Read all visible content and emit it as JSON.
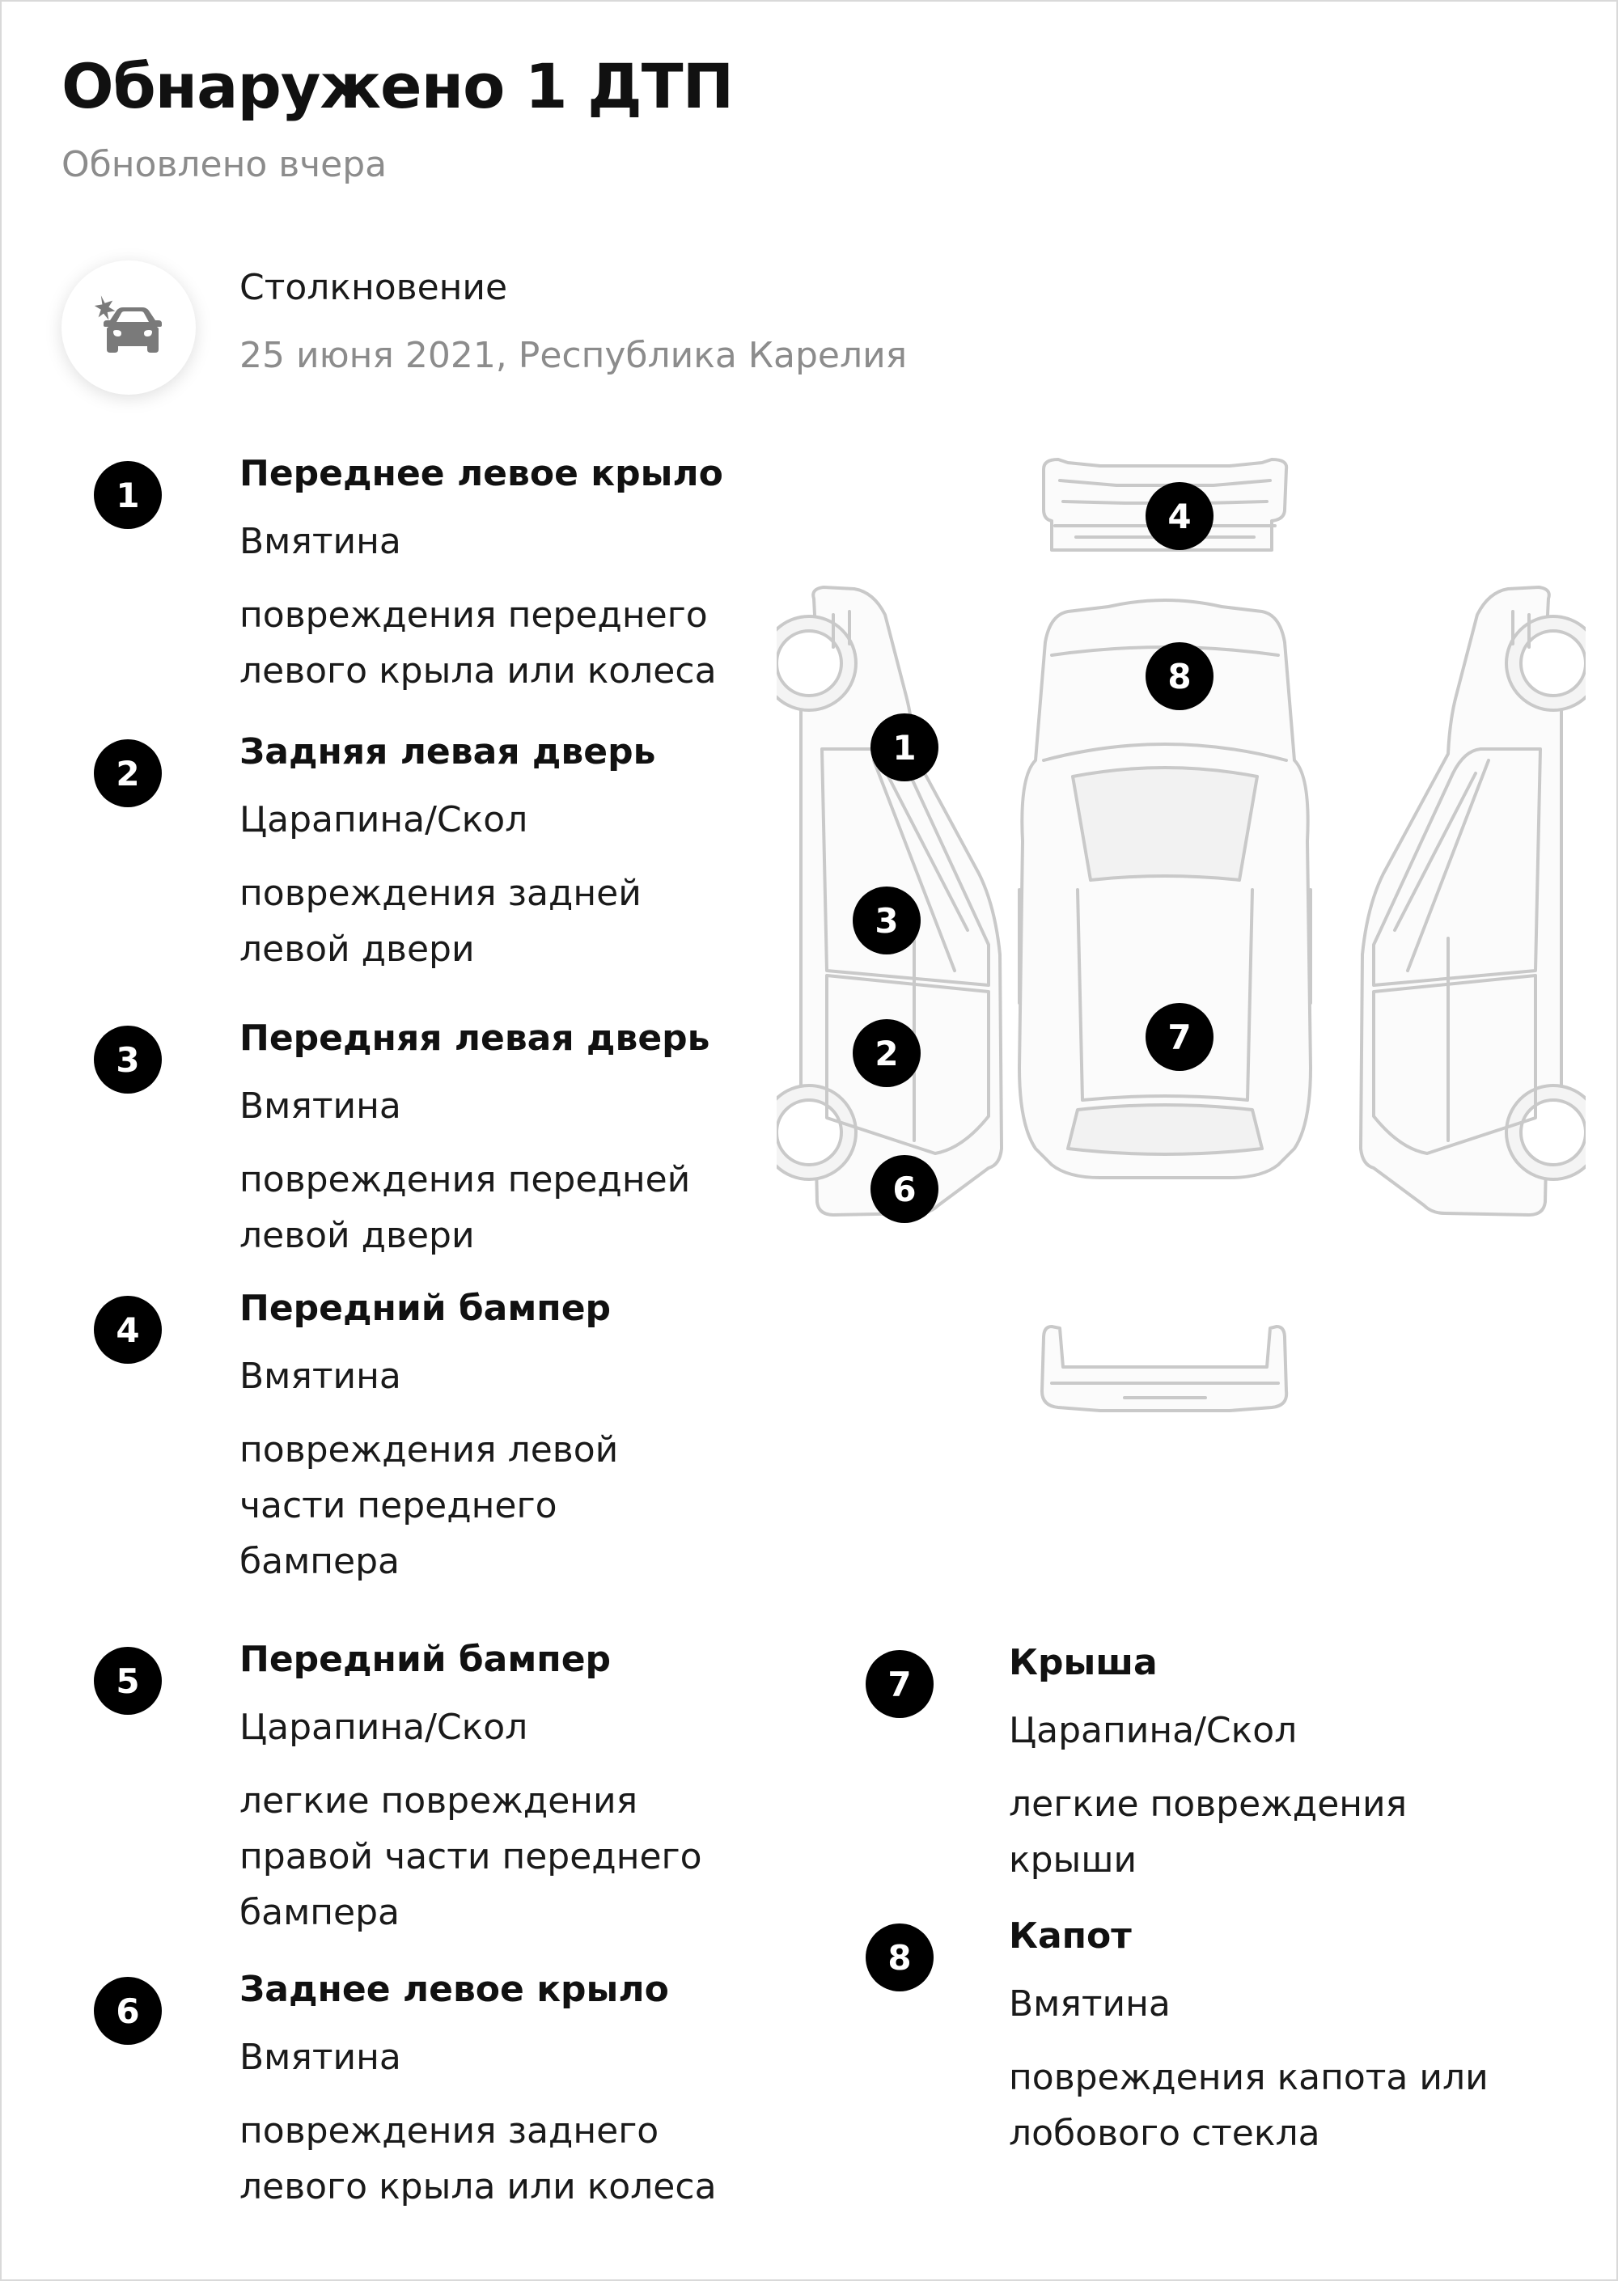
{
  "header": {
    "title": "Обнаружено 1 ДТП",
    "updated": "Обновлено вчера"
  },
  "event": {
    "icon": "car-crash-icon",
    "type": "Столкновение",
    "meta": "25 июня 2021, Республика Карелия"
  },
  "damages": [
    {
      "number": "1",
      "part": "Переднее левое крыло",
      "kind": "Вмятина",
      "description": "повреждения переднего левого крыла или колеса"
    },
    {
      "number": "2",
      "part": "Задняя левая дверь",
      "kind": "Царапина/Скол",
      "description": "повреждения задней левой двери"
    },
    {
      "number": "3",
      "part": "Передняя левая дверь",
      "kind": "Вмятина",
      "description": "повреждения передней левой двери"
    },
    {
      "number": "4",
      "part": "Передний бампер",
      "kind": "Вмятина",
      "description": "повреждения левой части переднего бампера"
    },
    {
      "number": "5",
      "part": "Передний бампер",
      "kind": "Царапина/Скол",
      "description": "легкие повреждения правой части переднего бампера"
    },
    {
      "number": "6",
      "part": "Заднее левое крыло",
      "kind": "Вмятина",
      "description": "повреждения заднего левого крыла или колеса"
    },
    {
      "number": "7",
      "part": "Крыша",
      "kind": "Царапина/Скол",
      "description": "легкие повреждения крыши"
    },
    {
      "number": "8",
      "part": "Капот",
      "kind": "Вмятина",
      "description": "повреждения капота или лобового стекла"
    }
  ],
  "diagram": {
    "markers": [
      "4",
      "8",
      "1",
      "3",
      "2",
      "7",
      "6"
    ]
  }
}
